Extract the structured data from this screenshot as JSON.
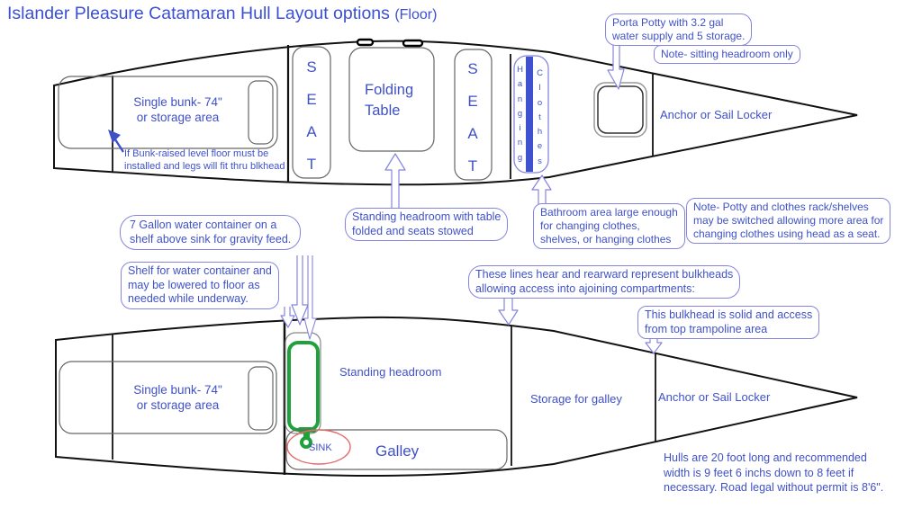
{
  "title": "Islander Pleasure Catamaran Hull Layout options",
  "title_suffix": "(Floor)",
  "colors": {
    "annotation_blue": "#3f51c8",
    "callout_border": "#8585de",
    "hull_line": "#111111",
    "container_green": "#1fa23c",
    "sink_red": "#e56a6a",
    "clothes_bar_blue": "#3f51cf"
  },
  "top_hull": {
    "bunk_label": "Single bunk- 74\"\nor storage area",
    "bunk_note": "If Bunk-raised level floor must be\ninstalled and legs will fit thru blkhead",
    "seat_forward": "S\nE\nA\nT",
    "seat_aft": "S\nE\nA\nT",
    "table_label": "Folding\nTable",
    "hanging_label": "H\na\nn\ng\ni\nn\ng",
    "clothes_label": "C\nl\no\nt\nh\ne\ns",
    "anchor_label": "Anchor or Sail Locker"
  },
  "bottom_hull": {
    "bunk_label": "Single bunk- 74\"\nor storage area",
    "standing_label": "Standing headroom",
    "sink_label": "SINK",
    "galley_label": "Galley",
    "storage_label": "Storage for galley",
    "anchor_label": "Anchor or Sail Locker"
  },
  "callouts": {
    "porta_potty": "Porta Potty with 3.2 gal\nwater supply and 5 storage.",
    "sitting_headroom": "Note- sitting headroom only",
    "standing_table": "Standing headroom with table\nfolded and seats stowed",
    "bathroom": "Bathroom area large enough\nfor changing clothes,\nshelves, or hanging clothes",
    "potty_switch": "Note- Potty and clothes rack/shelves\nmay be switched allowing more area for\nchanging clothes using head as a seat.",
    "gallon_water": "7 Gallon water container on a\nshelf above sink for gravity feed.",
    "shelf_water": "Shelf for water container and\nmay be lowered to floor as\nneeded while underway.",
    "bulkhead_lines": "These lines hear and rearward represent bulkheads\nallowing access into ajoining compartments:",
    "solid_bulkhead": "This bulkhead is solid and access\nfrom top trampoline area",
    "hull_dims": "Hulls are 20 foot long and recommended\nwidth is 9 feet 6 inchs down to 8 feet if\nnecessary. Road legal without permit is 8'6\"."
  }
}
